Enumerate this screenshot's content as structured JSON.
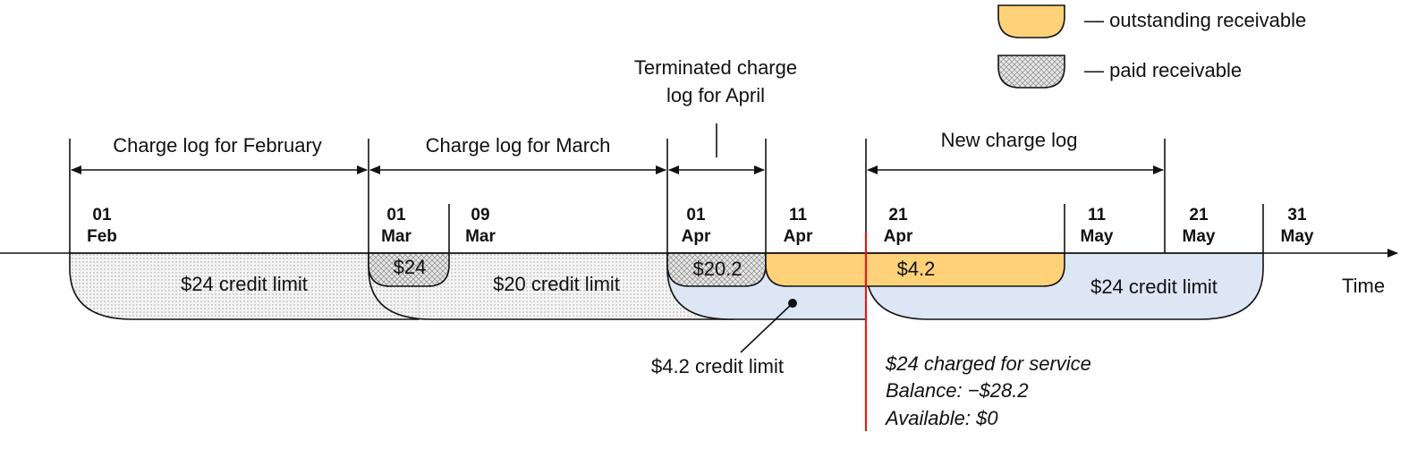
{
  "legend": {
    "outstanding": "— outstanding receivable",
    "paid": "— paid receivable"
  },
  "timeline": {
    "axis_label": "Time",
    "dates": [
      {
        "day": "01",
        "month": "Feb"
      },
      {
        "day": "01",
        "month": "Mar"
      },
      {
        "day": "09",
        "month": "Mar"
      },
      {
        "day": "01",
        "month": "Apr"
      },
      {
        "day": "11",
        "month": "Apr"
      },
      {
        "day": "21",
        "month": "Apr"
      },
      {
        "day": "11",
        "month": "May"
      },
      {
        "day": "21",
        "month": "May"
      },
      {
        "day": "31",
        "month": "May"
      }
    ]
  },
  "logs": {
    "february": "Charge log for February",
    "march": "Charge log for March",
    "terminated_line1": "Terminated charge",
    "terminated_line2": "log for April",
    "new": "New charge log"
  },
  "limits": {
    "feb": "$24 credit limit",
    "mar": "$20 credit limit",
    "new": "$24 credit limit",
    "small": "$4.2 credit limit"
  },
  "receivables": {
    "mar_paid": "$24",
    "apr_paid": "$20.2",
    "outstanding": "$4.2"
  },
  "event": {
    "line1": "$24 charged for service",
    "line2": "Balance: −$28.2",
    "line3": "Available: $0"
  },
  "colors": {
    "outstanding": "#ffd27a",
    "paid": "#d8d8d8",
    "limit_blue": "#dce6f4",
    "limit_dotted": "#efefef",
    "event_line": "#e01b1b"
  }
}
